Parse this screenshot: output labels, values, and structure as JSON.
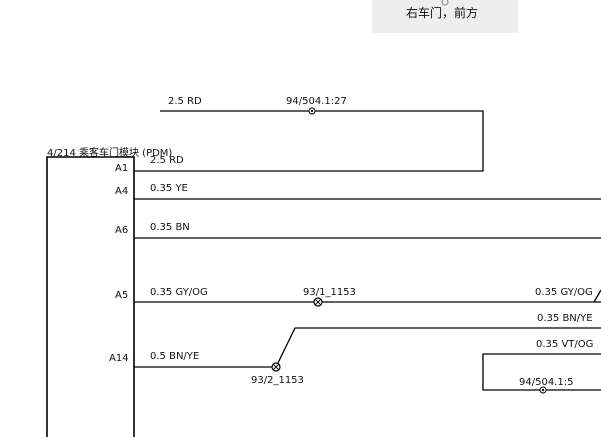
{
  "header": {
    "location_label": "右车门，前方"
  },
  "module": {
    "title": "4/214 乘客车门模块 (PDM)",
    "pins": [
      "A1",
      "A4",
      "A6",
      "A5",
      "A14"
    ]
  },
  "wires": {
    "a1_top_left": "2.5 RD",
    "a1_inner": "2.5 RD",
    "a4": "0.35 YE",
    "a6": "0.35 BN",
    "a5_left": "0.35 GY/OG",
    "a5_right": "0.35 GY/OG",
    "a14": "0.5 BN/YE",
    "bnye_right": "0.35 BN/YE",
    "vtog_right": "0.35 VT/OG"
  },
  "connectors": {
    "c1": "94/504.1:27",
    "c2": "93/1_1153",
    "c3": "93/2_1153",
    "c4": "94/504.1:5"
  },
  "colors": {
    "line": "#000000",
    "header_bg": "#eeeeee"
  }
}
